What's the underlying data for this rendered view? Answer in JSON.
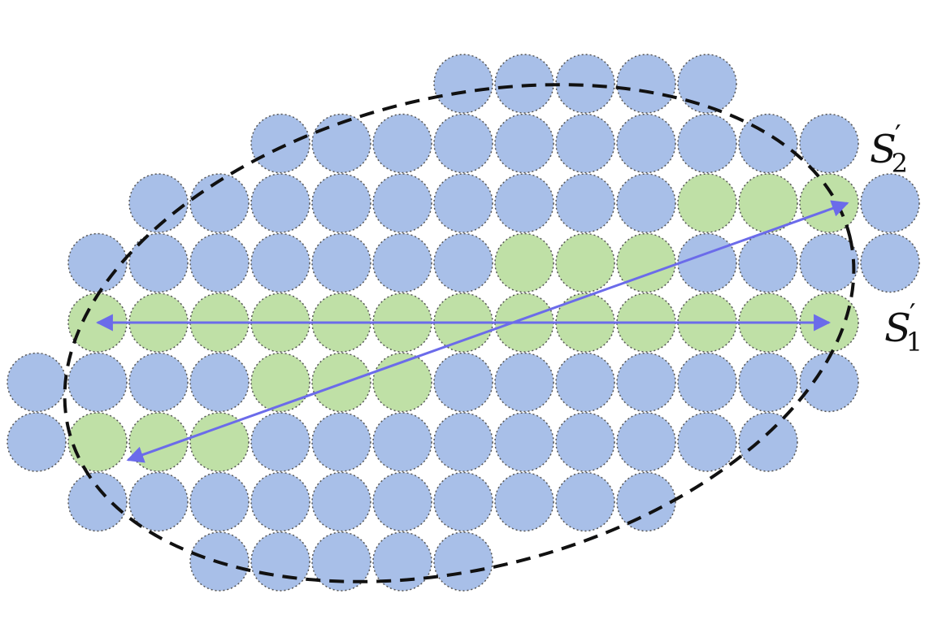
{
  "colors": {
    "cell_default": "#a8bfe8",
    "cell_highlight": "#bfe0a6",
    "cell_border": "#555555",
    "arrow": "#6b6bea",
    "ellipse": "#111111"
  },
  "labels": {
    "s2": {
      "base": "S",
      "prime": "′",
      "sub": "2"
    },
    "s1": {
      "base": "S",
      "prime": "′",
      "sub": "1"
    }
  },
  "grid": {
    "rows": [
      {
        "start": 7,
        "count": 5,
        "highlight": []
      },
      {
        "start": 4,
        "count": 10,
        "highlight": []
      },
      {
        "start": 2,
        "count": 13,
        "highlight": [
          11,
          12,
          13
        ]
      },
      {
        "start": 1,
        "count": 14,
        "highlight": [
          8,
          9,
          10
        ]
      },
      {
        "start": 1,
        "count": 13,
        "highlight": [
          1,
          2,
          3,
          4,
          5,
          6,
          7,
          8,
          9,
          10,
          11,
          12,
          13
        ]
      },
      {
        "start": 0,
        "count": 14,
        "highlight": [
          4,
          5,
          6
        ]
      },
      {
        "start": 0,
        "count": 13,
        "highlight": [
          1,
          2,
          3
        ]
      },
      {
        "start": 1,
        "count": 10,
        "highlight": []
      },
      {
        "start": 3,
        "count": 5,
        "highlight": []
      }
    ]
  },
  "arrows": [
    {
      "name": "arrow-s1",
      "from": [
        1,
        4
      ],
      "to": [
        13,
        4
      ]
    },
    {
      "name": "arrow-s2",
      "from": [
        1.5,
        6.3
      ],
      "to": [
        13.3,
        2.0
      ]
    }
  ]
}
